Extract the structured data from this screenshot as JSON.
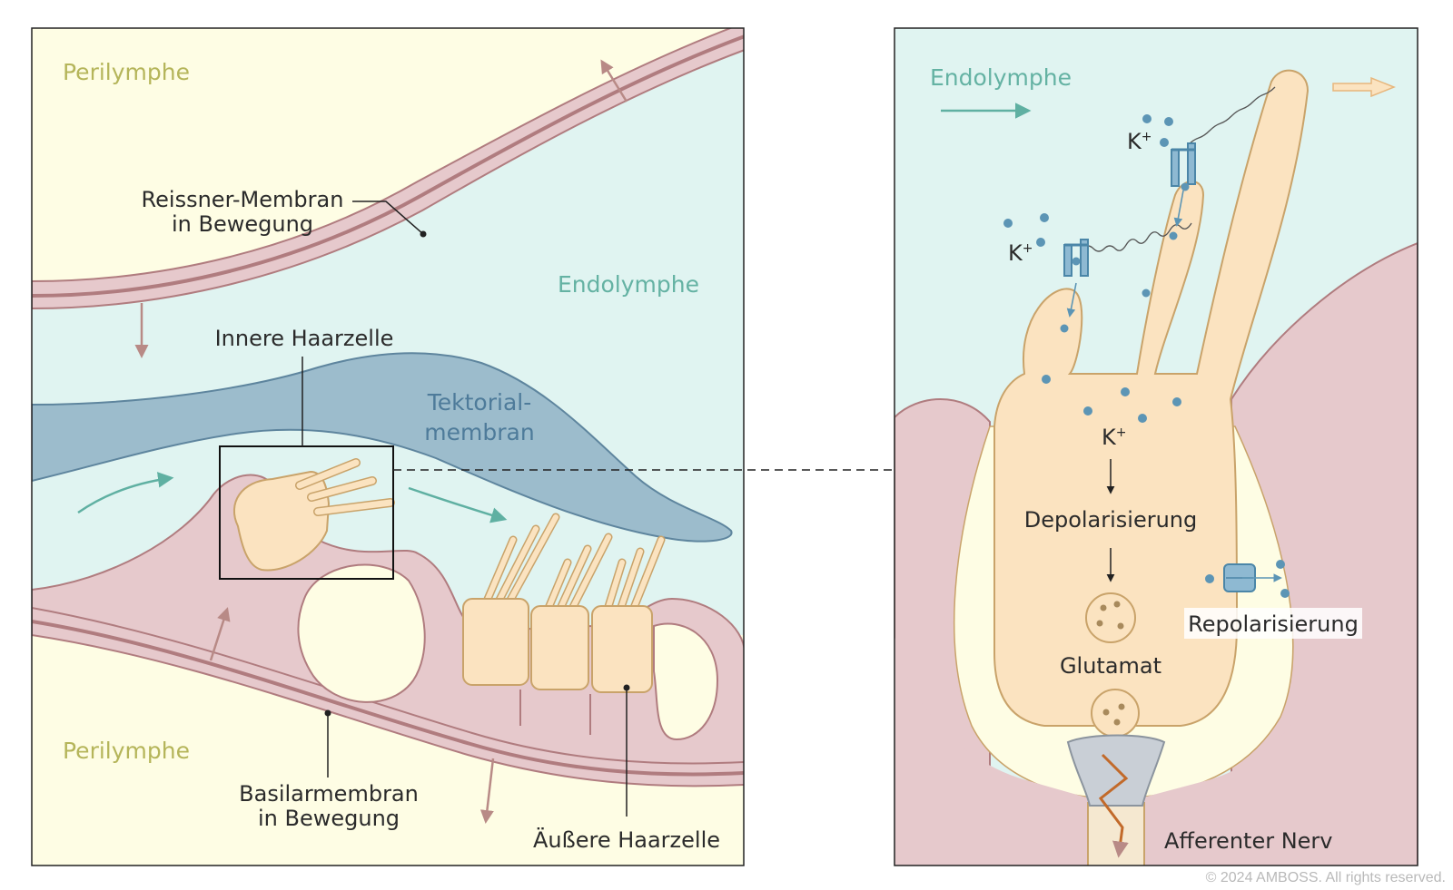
{
  "left_panel": {
    "perilymphe_top": "Perilymphe",
    "perilymphe_bottom": "Perilymphe",
    "endolymphe": "Endolymphe",
    "reissner_line1": "Reissner-Membran",
    "reissner_line2": "in Bewegung",
    "innere_haarzelle": "Innere Haarzelle",
    "tektorial_line1": "Tektorial-",
    "tektorial_line2": "membran",
    "basilar_line1": "Basilarmembran",
    "basilar_line2": "in Bewegung",
    "aeussere_haarzelle": "Äußere Haarzelle"
  },
  "right_panel": {
    "endolymphe": "Endolymphe",
    "k_ion_1": "K",
    "k_ion_2": "K",
    "k_ion_3": "K",
    "k_sup": "+",
    "depolarisierung": "Depolarisierung",
    "glutamat": "Glutamat",
    "repolarisierung": "Repolarisierung",
    "afferenter_nerv": "Afferenter Nerv"
  },
  "copyright": "© 2024 AMBOSS. All rights reserved.",
  "colors": {
    "perilymph": "#fefde4",
    "endolymph": "#e0f4f1",
    "membrane": "#e6c9cc",
    "membrane_line": "#b07c7f",
    "tectorial": "#9cbccc",
    "cell": "#fbe3c0",
    "cell_stroke": "#c9a36a",
    "ion": "#5c95b5",
    "arrow_teal": "#5fb0a2",
    "arrow_mauve": "#b88a86"
  }
}
